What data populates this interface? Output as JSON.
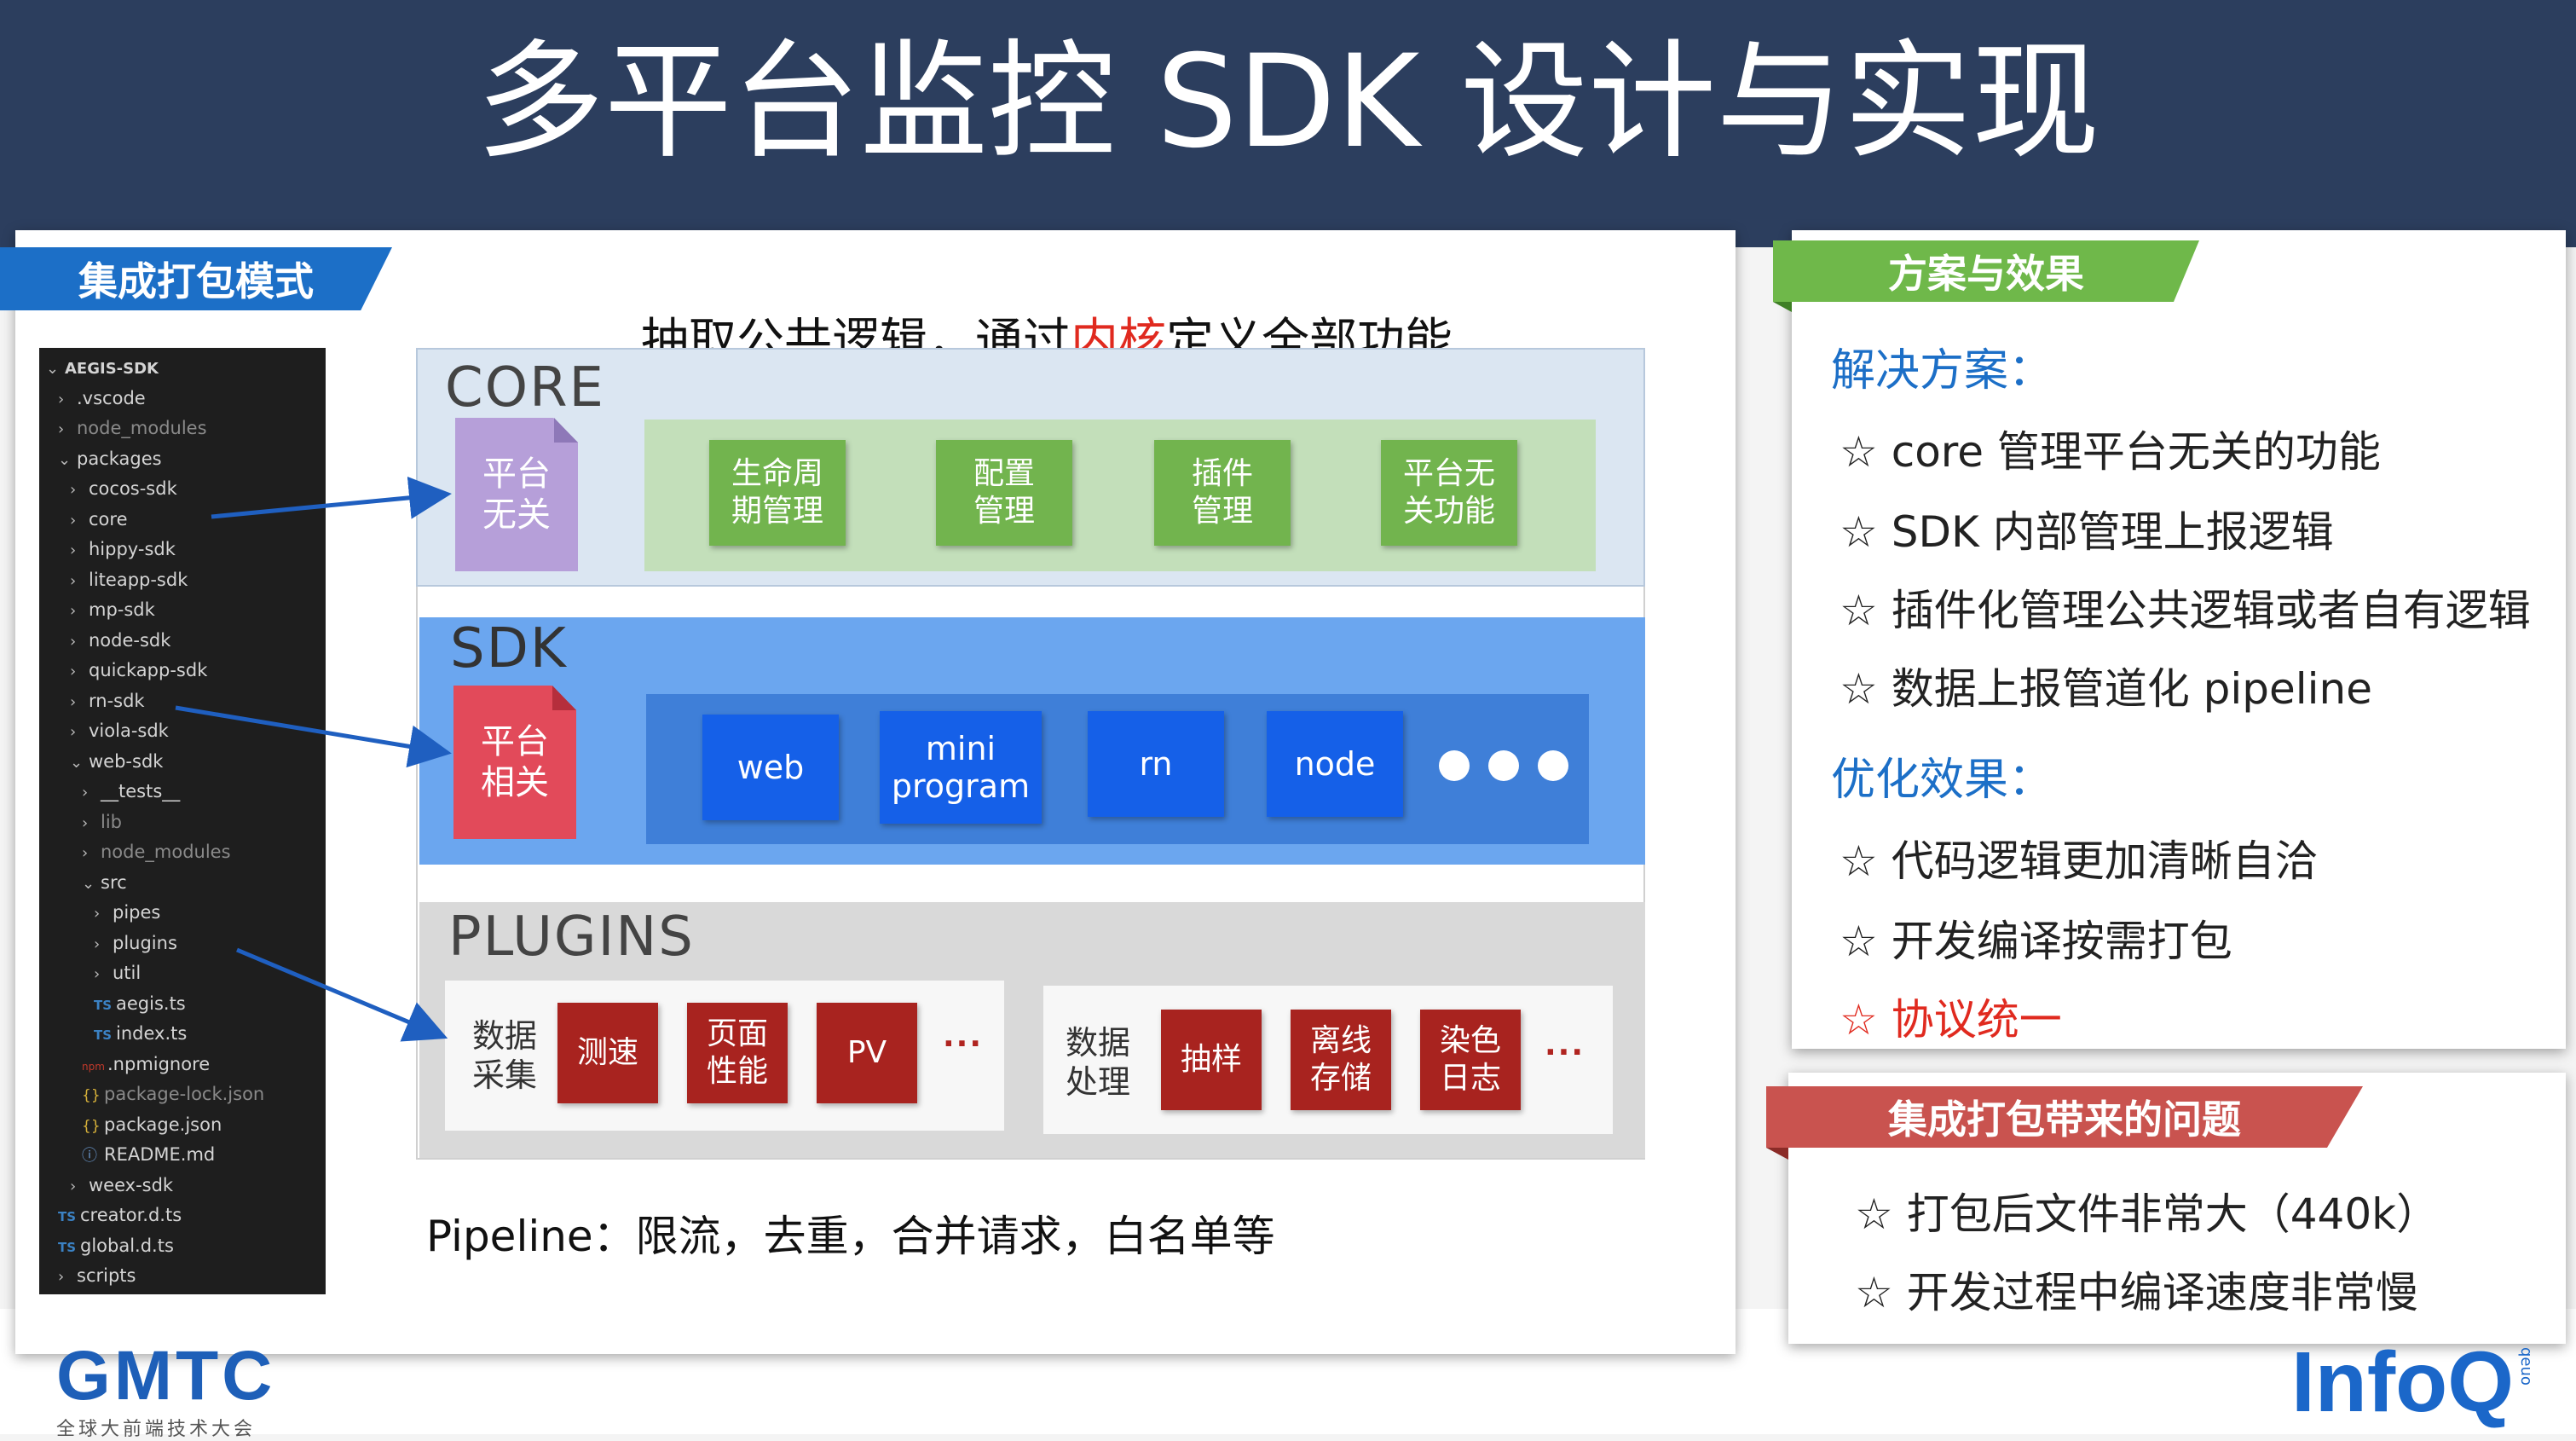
{
  "slide": {
    "title": "多平台监控 SDK 设计与实现",
    "subtitle_parts": [
      "抽取公共逻辑，通过",
      "内核",
      "定义全部功能"
    ],
    "pipeline_caption": "Pipeline：限流，去重，合并请求，白名单等"
  },
  "left_panel": {
    "ribbon": "集成打包模式",
    "tree": [
      {
        "label": "AEGIS-SDK",
        "depth": 0,
        "kind": "root"
      },
      {
        "label": ".vscode",
        "depth": 1,
        "kind": "folder"
      },
      {
        "label": "node_modules",
        "depth": 1,
        "kind": "folder",
        "dim": true
      },
      {
        "label": "packages",
        "depth": 1,
        "kind": "folder-open"
      },
      {
        "label": "cocos-sdk",
        "depth": 2,
        "kind": "folder"
      },
      {
        "label": "core",
        "depth": 2,
        "kind": "folder"
      },
      {
        "label": "hippy-sdk",
        "depth": 2,
        "kind": "folder"
      },
      {
        "label": "liteapp-sdk",
        "depth": 2,
        "kind": "folder"
      },
      {
        "label": "mp-sdk",
        "depth": 2,
        "kind": "folder"
      },
      {
        "label": "node-sdk",
        "depth": 2,
        "kind": "folder"
      },
      {
        "label": "quickapp-sdk",
        "depth": 2,
        "kind": "folder"
      },
      {
        "label": "rn-sdk",
        "depth": 2,
        "kind": "folder"
      },
      {
        "label": "viola-sdk",
        "depth": 2,
        "kind": "folder"
      },
      {
        "label": "web-sdk",
        "depth": 2,
        "kind": "folder-open"
      },
      {
        "label": "__tests__",
        "depth": 3,
        "kind": "folder"
      },
      {
        "label": "lib",
        "depth": 3,
        "kind": "folder",
        "dim": true
      },
      {
        "label": "node_modules",
        "depth": 3,
        "kind": "folder",
        "dim": true
      },
      {
        "label": "src",
        "depth": 3,
        "kind": "folder-open"
      },
      {
        "label": "pipes",
        "depth": 4,
        "kind": "folder"
      },
      {
        "label": "plugins",
        "depth": 4,
        "kind": "folder"
      },
      {
        "label": "util",
        "depth": 4,
        "kind": "folder"
      },
      {
        "label": "aegis.ts",
        "depth": 4,
        "kind": "ts"
      },
      {
        "label": "index.ts",
        "depth": 4,
        "kind": "ts"
      },
      {
        "label": ".npmignore",
        "depth": 3,
        "kind": "ignore"
      },
      {
        "label": "package-lock.json",
        "depth": 3,
        "kind": "json",
        "dim": true
      },
      {
        "label": "package.json",
        "depth": 3,
        "kind": "json"
      },
      {
        "label": "README.md",
        "depth": 3,
        "kind": "readme"
      },
      {
        "label": "weex-sdk",
        "depth": 2,
        "kind": "folder"
      },
      {
        "label": "creator.d.ts",
        "depth": 1,
        "kind": "ts"
      },
      {
        "label": "global.d.ts",
        "depth": 1,
        "kind": "ts"
      },
      {
        "label": "scripts",
        "depth": 1,
        "kind": "folder"
      }
    ],
    "icons": {
      "ts": "TS",
      "json": "{}",
      "ignore": "npm",
      "readme": "ⓘ",
      "chevron_right": "›",
      "chevron_down": "⌄"
    }
  },
  "core": {
    "label": "CORE",
    "doc": "平台\n无关",
    "items": [
      "生命周\n期管理",
      "配置\n管理",
      "插件\n管理",
      "平台无\n关功能"
    ]
  },
  "sdk": {
    "label": "SDK",
    "doc": "平台\n相关",
    "items": [
      "web",
      "mini\nprogram",
      "rn",
      "node"
    ]
  },
  "plugins": {
    "label": "PLUGINS",
    "group1": {
      "label": "数据\n采集",
      "items": [
        "测速",
        "页面\n性能",
        "PV"
      ],
      "more": "···"
    },
    "group2": {
      "label": "数据\n处理",
      "items": [
        "抽样",
        "离线\n存储",
        "染色\n日志"
      ],
      "more": "···"
    }
  },
  "right_top": {
    "ribbon": "方案与效果",
    "solution_title": "解决方案：",
    "solutions": [
      "☆ core 管理平台无关的功能",
      "☆ SDK 内部管理上报逻辑",
      "☆ 插件化管理公共逻辑或者自有逻辑",
      "☆ 数据上报管道化 pipeline"
    ],
    "effect_title": "优化效果：",
    "effects": [
      "☆ 代码逻辑更加清晰自洽",
      "☆ 开发编译按需打包"
    ],
    "effect_highlight": "☆ 协议统一"
  },
  "right_bottom": {
    "ribbon": "集成打包带来的问题",
    "problems": [
      "☆ 打包后文件非常大（440k）",
      "☆ 开发过程中编译速度非常慢"
    ]
  },
  "logos": {
    "gmtc": "GMTC",
    "gmtc_sub": "全球大前端技术大会",
    "infoq": "InfoQ",
    "infoq_side": "qeuo"
  },
  "colors": {
    "banner": "#2c3e5e",
    "ribbon_blue": "#1c6fc7",
    "ribbon_green": "#6fb84a",
    "ribbon_red": "#c9534f",
    "highlight_red": "#e02a1f",
    "infoq_blue": "#1b67c9"
  }
}
